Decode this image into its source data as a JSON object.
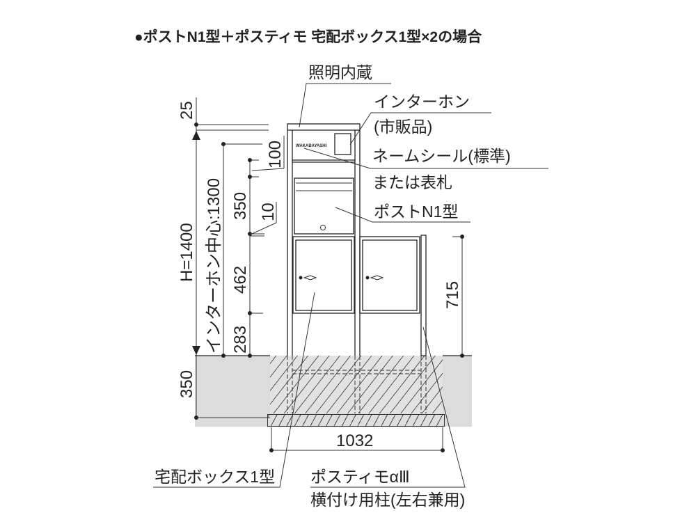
{
  "title": "●ポストN1型＋ポスティモ 宅配ボックス1型×2の場合",
  "brand_label": "WAKABAYASHI",
  "callouts": {
    "lighting": "照明内蔵",
    "intercom_1": "インターホン",
    "intercom_2": "(市販品)",
    "nameseal_1": "ネームシール(標準)",
    "nameseal_2": "または表札",
    "post": "ポストN1型",
    "delivery_box": "宅配ボックス1型",
    "postimo_1": "ポスティモαⅢ",
    "postimo_2": "横付け用柱(左右兼用)"
  },
  "dimensions": {
    "cap": "25",
    "height": "H=1400",
    "intercom_center": "インターホン中心:1300",
    "d100": "100",
    "d350": "350",
    "d10": "10",
    "d462": "462",
    "d283": "283",
    "d350_ground": "350",
    "d715": "715",
    "d1032": "1032"
  }
}
